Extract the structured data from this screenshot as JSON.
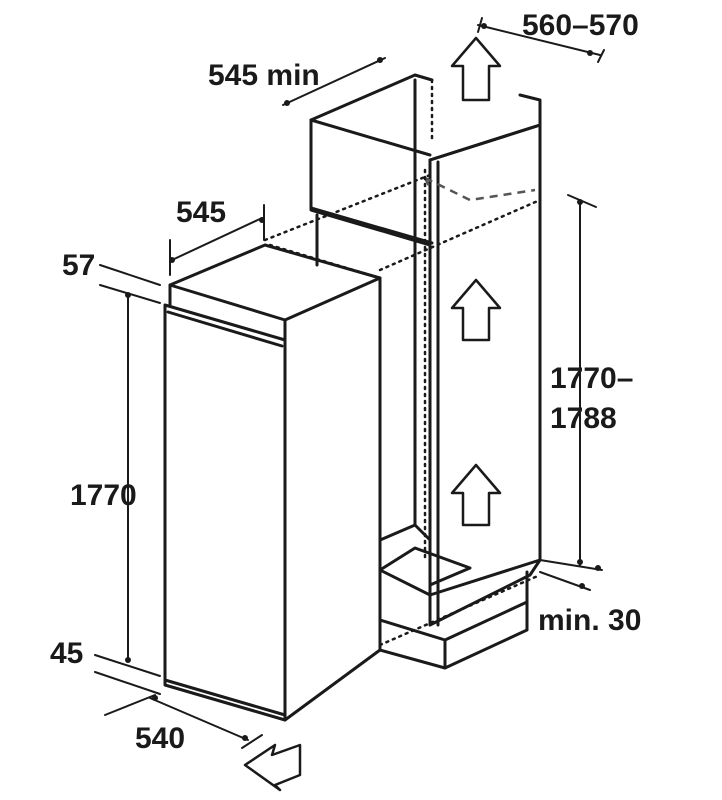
{
  "diagram": {
    "labels": {
      "niche_width": "560–570",
      "niche_depth_min": "545 min",
      "appliance_depth": "545",
      "top_offset": "57",
      "appliance_height": "1770",
      "niche_height_line1": "1770–",
      "niche_height_line2": "1788",
      "bottom_offset": "45",
      "appliance_width": "540",
      "ventilation_min": "min. 30"
    },
    "colors": {
      "line": "#1a1a1a",
      "background": "#ffffff"
    },
    "icons": [
      "air-flow-arrow-icon",
      "door-open-arrow-icon"
    ]
  }
}
